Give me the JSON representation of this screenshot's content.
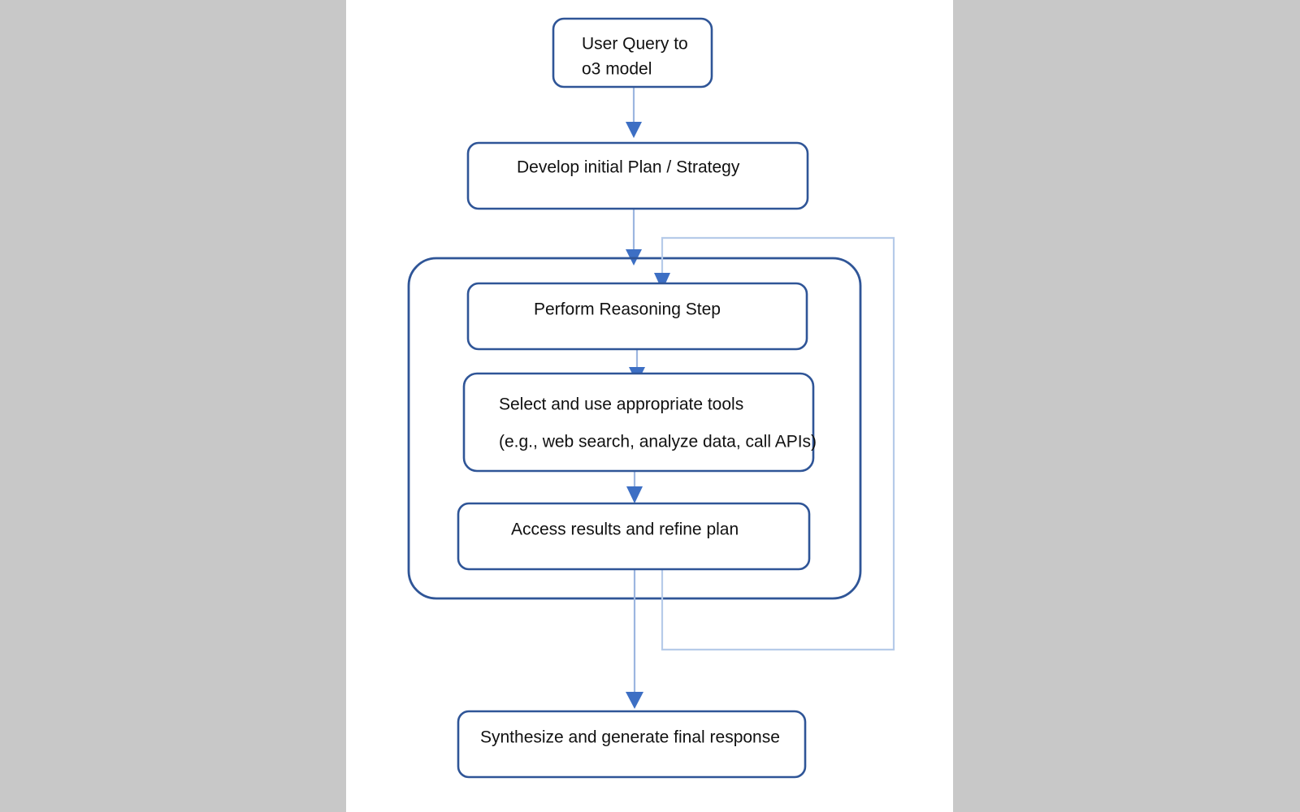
{
  "page": {
    "background_color": "#c8c8c8",
    "sheet_color": "#ffffff",
    "title": "o3 model reasoning loop flowchart"
  },
  "theme": {
    "box_border_color": "#2f5597",
    "box_fill_color": "#ffffff",
    "connector_color": "#9cb6e0",
    "loop_color": "#b6cbe9",
    "arrow_head_color": "#3d6fc4",
    "text_color": "#111111"
  },
  "chart_data": {
    "type": "diagram",
    "diagram_kind": "flowchart",
    "title": "o3 model reasoning loop flowchart",
    "nodes": [
      {
        "id": "user-query",
        "label": "User Query to o3 model",
        "lines": [
          "User Query to",
          "o3 model"
        ],
        "shape": "rounded-rect",
        "text_align": "left"
      },
      {
        "id": "develop-plan",
        "label": "Develop initial Plan / Strategy",
        "lines": [
          "Develop initial Plan / Strategy"
        ],
        "shape": "rounded-rect",
        "text_align": "center"
      },
      {
        "id": "reasoning-step",
        "label": "Perform Reasoning Step",
        "lines": [
          "Perform Reasoning Step"
        ],
        "shape": "rounded-rect",
        "text_align": "center"
      },
      {
        "id": "select-tools",
        "label": "Select and use appropriate tools (e.g., web search, analyze data, call APIs)",
        "lines": [
          "Select and use appropriate tools",
          "(e.g., web search, analyze data, call APIs)"
        ],
        "shape": "rounded-rect",
        "text_align": "left"
      },
      {
        "id": "access-results",
        "label": "Access results and refine plan",
        "lines": [
          "Access results and refine plan"
        ],
        "shape": "rounded-rect",
        "text_align": "center"
      },
      {
        "id": "final-response",
        "label": "Synthesize and generate final response",
        "lines": [
          "Synthesize and generate final response"
        ],
        "shape": "rounded-rect",
        "text_align": "center"
      }
    ],
    "groups": [
      {
        "id": "iterative-loop-group",
        "label": "",
        "contains": [
          "reasoning-step",
          "select-tools",
          "access-results"
        ]
      }
    ],
    "edges": [
      {
        "id": "edge-query-to-plan",
        "from": "user-query",
        "to": "develop-plan",
        "label": "",
        "style": "arrow"
      },
      {
        "id": "edge-plan-to-reasoning",
        "from": "develop-plan",
        "to": "reasoning-step",
        "label": "",
        "style": "arrow"
      },
      {
        "id": "edge-reasoning-to-tools",
        "from": "reasoning-step",
        "to": "select-tools",
        "label": "",
        "style": "arrow"
      },
      {
        "id": "edge-tools-to-results",
        "from": "select-tools",
        "to": "access-results",
        "label": "",
        "style": "arrow"
      },
      {
        "id": "edge-results-to-final",
        "from": "access-results",
        "to": "final-response",
        "label": "",
        "style": "arrow"
      },
      {
        "id": "edge-feedback-loop",
        "from": "access-results",
        "to": "reasoning-step",
        "label": "",
        "style": "arrow-loop"
      }
    ]
  },
  "nodes": {
    "user_query": {
      "line1": "User Query to",
      "line2": "o3 model"
    },
    "develop_plan": {
      "line1": "Develop initial Plan / Strategy"
    },
    "reasoning_step": {
      "line1": "Perform Reasoning Step"
    },
    "select_tools": {
      "line1": "Select and use appropriate tools",
      "line2": "(e.g., web search, analyze data, call APIs)"
    },
    "access_results": {
      "line1": "Access results and refine plan"
    },
    "final_response": {
      "line1": "Synthesize and generate final response"
    }
  }
}
